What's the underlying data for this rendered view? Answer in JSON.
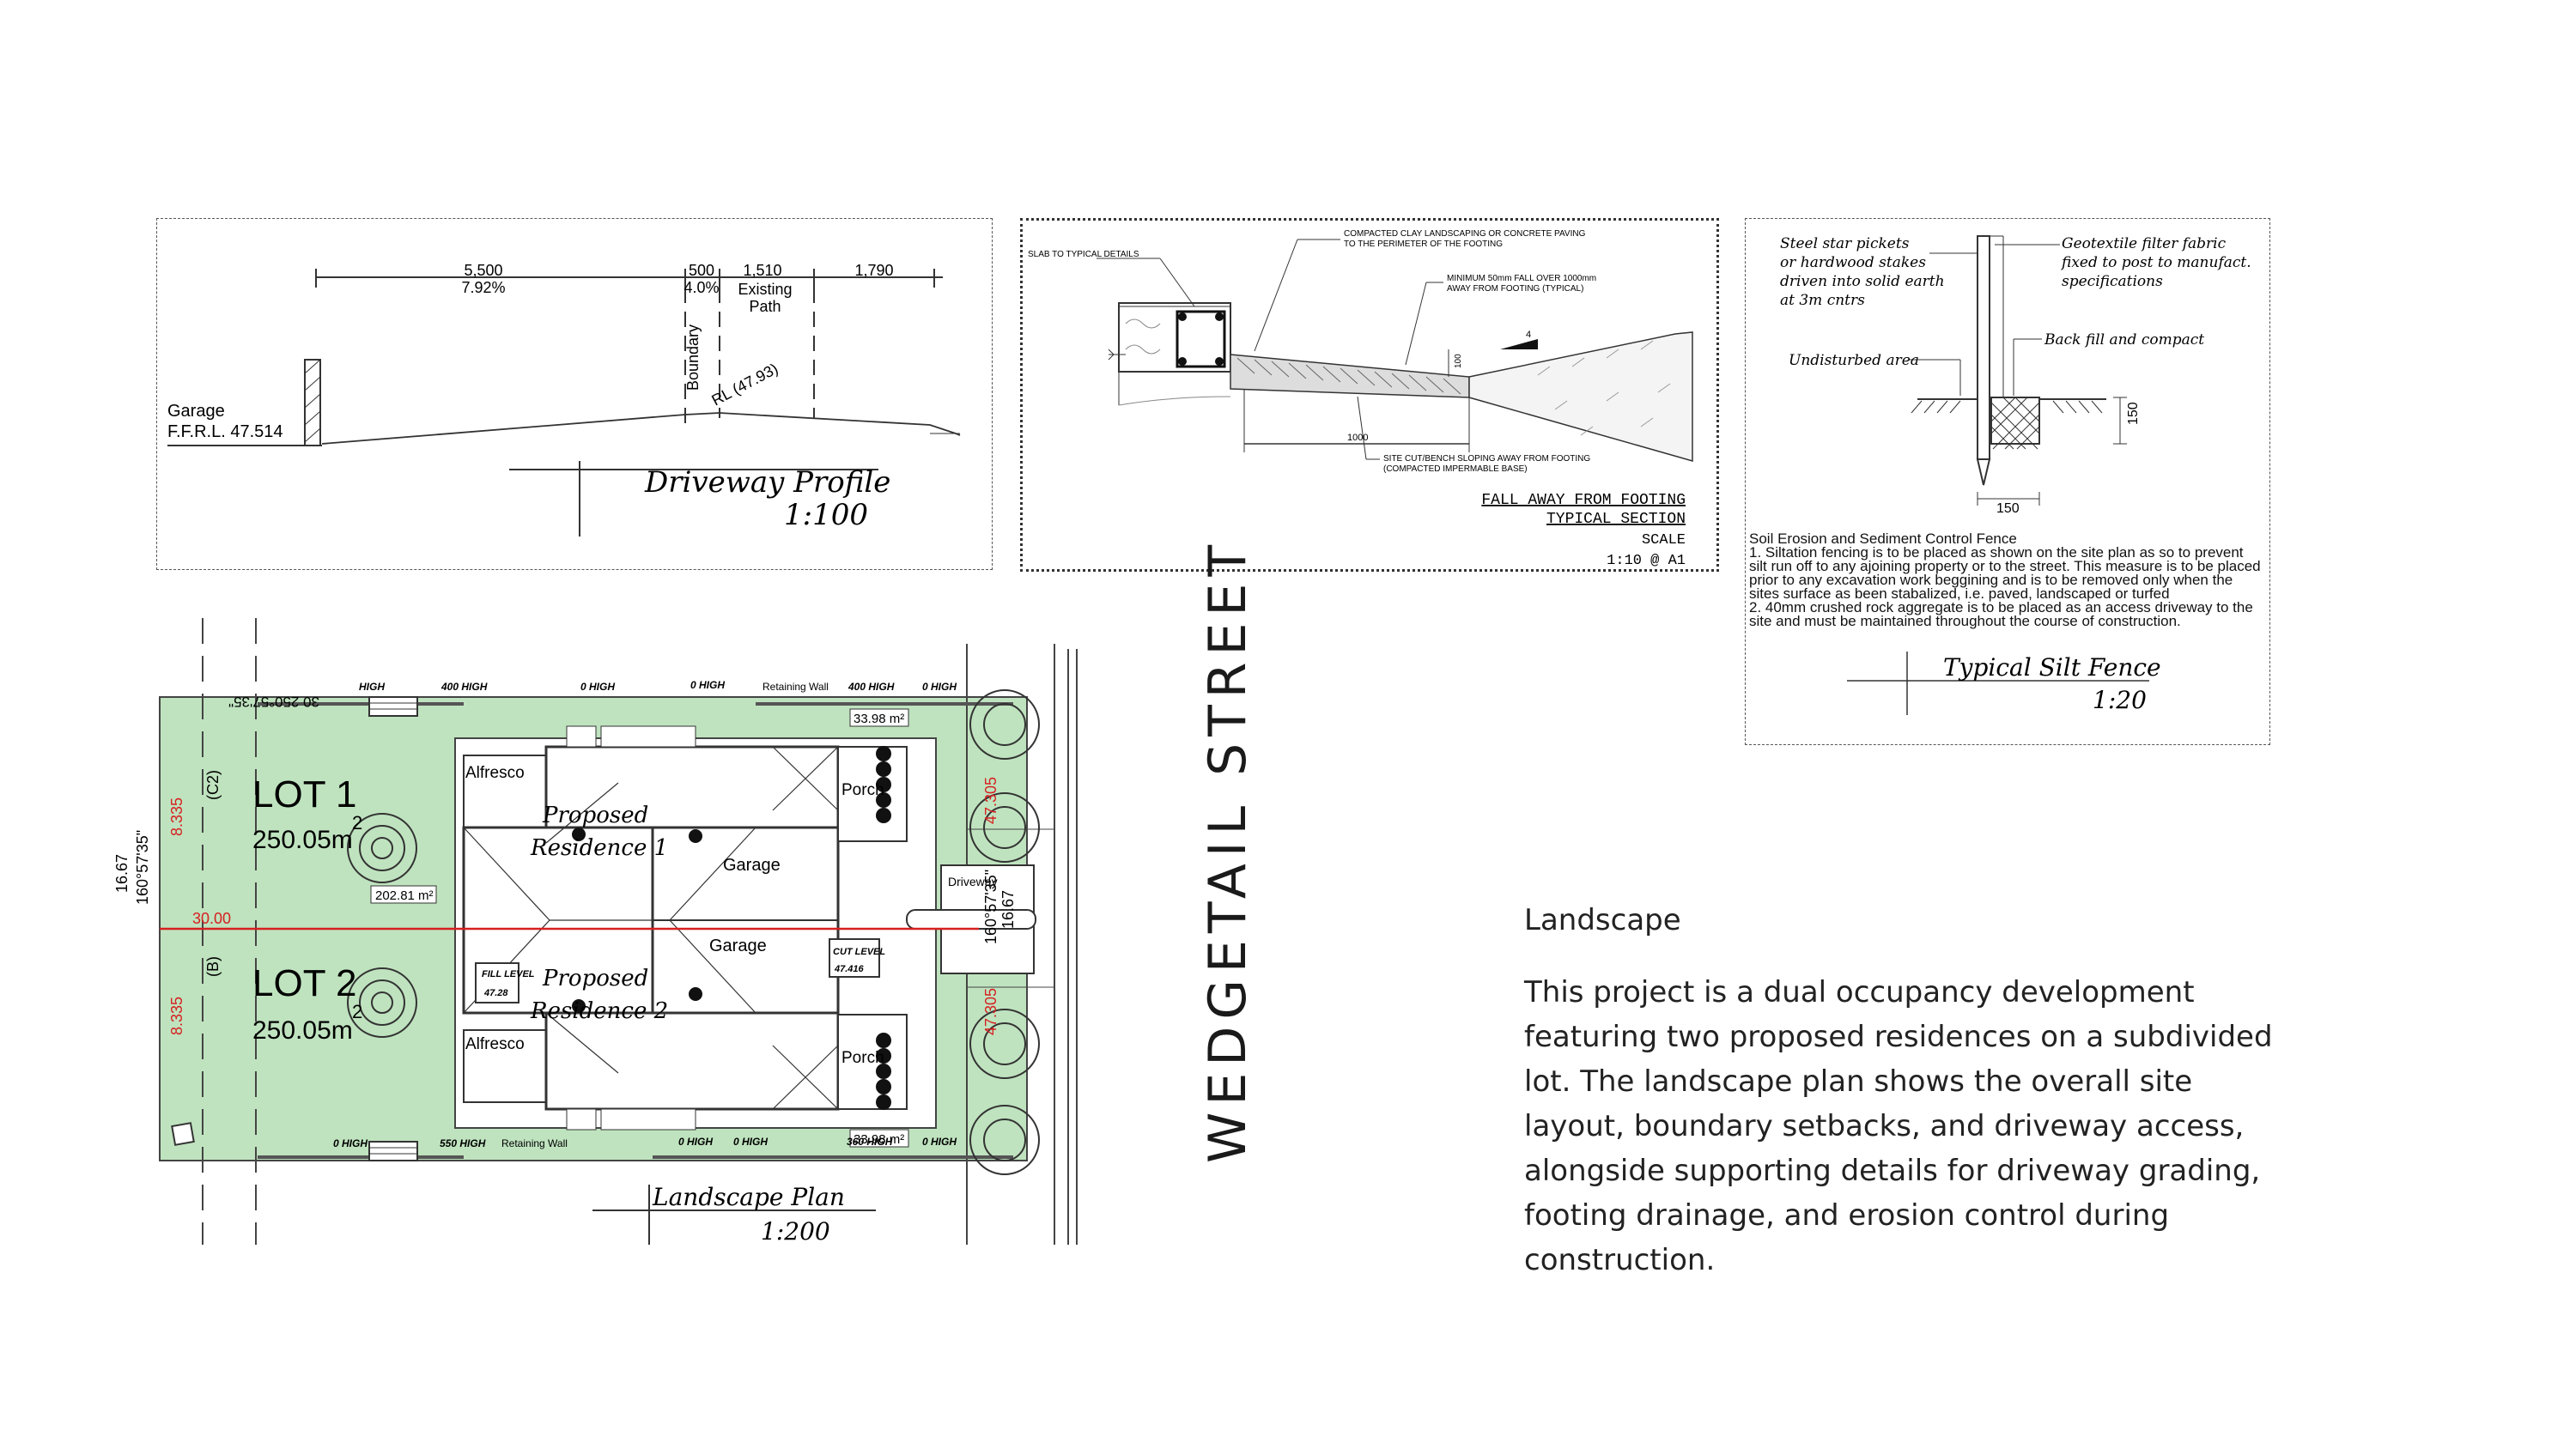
{
  "driveway_profile": {
    "title": "Driveway Profile",
    "scale": "1:100",
    "dims": [
      "5,500",
      "500",
      "1,510",
      "1,790"
    ],
    "grades": [
      "7.92%",
      "4.0%"
    ],
    "existing_path": "Existing Path",
    "boundary": "Boundary",
    "rl": "RL (47.93)",
    "garage": "Garage",
    "ffrl": "F.F.R.L. 47.514"
  },
  "footing_section": {
    "title_line1": "FALL AWAY FROM FOOTING",
    "title_line2": "TYPICAL SECTION",
    "scale_label": "SCALE",
    "scale_value": "1:10 @ A1",
    "note_slab": "SLAB TO TYPICAL DETAILS",
    "note_clay_1": "COMPACTED CLAY LANDSCAPING OR CONCRETE PAVING",
    "note_clay_2": "TO THE PERIMETER OF THE FOOTING",
    "note_fall_1": "MINIMUM 50mm FALL OVER 1000mm",
    "note_fall_2": "AWAY FROM FOOTING (TYPICAL)",
    "note_cut_1": "SITE CUT/BENCH SLOPING AWAY FROM FOOTING",
    "note_cut_2": "(COMPACTED IMPERMABLE BASE)",
    "dim_1000": "1000",
    "dim_100": "100",
    "slope_4": "4"
  },
  "silt_fence": {
    "label_pickets_1": "Steel star pickets",
    "label_pickets_2": "or hardwood stakes",
    "label_pickets_3": "driven into solid earth",
    "label_pickets_4": "at 3m cntrs",
    "label_fabric_1": "Geotextile filter fabric",
    "label_fabric_2": "fixed to post to manufact.",
    "label_fabric_3": "specifications",
    "label_undisturbed": "Undisturbed area",
    "label_backfill": "Back fill and compact",
    "dim_150_v": "150",
    "dim_150_h": "150",
    "notes_title": "Soil Erosion and Sediment Control Fence",
    "note_1": "1. Siltation fencing is to be placed as shown on the site plan as so to prevent silt run off to any ajoining property or to the street.  This measure is to be placed prior to any excavation work beggining and is to be removed only when the sites surface as been stabalized, i.e. paved, landscaped or turfed",
    "note_2": "2. 40mm crushed rock aggregate is to be placed as an access driveway to the site and must be maintained throughout the course of construction.",
    "title": "Typical Silt Fence",
    "scale": "1:20"
  },
  "landscape_plan": {
    "title": "Landscape Plan",
    "scale": "1:200",
    "lot1": "LOT 1",
    "lot2": "LOT 2",
    "area": "250.05m",
    "sup2": "2",
    "boundary_len": "16.67",
    "bearing": "160°57'35\"",
    "half_len": "8.335",
    "center_len": "30.00",
    "c2": "(C2)",
    "b": "(B)",
    "top_bearing": "30 250°57'35\"",
    "area_center": "202.81 m²",
    "area_corner": "33.98 m²",
    "alfresco": "Alfresco",
    "proposed": "Proposed",
    "residence1": "Residence 1",
    "residence2": "Residence 2",
    "garage": "Garage",
    "porch": "Porch",
    "driveway": "Driveway",
    "fill_label": "FILL LEVEL",
    "fill_value": "47.28",
    "cut_label": "CUT LEVEL",
    "cut_value": "47.416",
    "red_marks": "47.305",
    "high_top": [
      "HIGH",
      "400 HIGH",
      "0 HIGH",
      "0 HIGH",
      "Retaining Wall",
      "400 HIGH",
      "0 HIGH"
    ],
    "high_bottom": [
      "0 HIGH",
      "550 HIGH",
      "Retaining Wall",
      "0 HIGH",
      "0 HIGH",
      "360 HIGH",
      "0 HIGH"
    ]
  },
  "street_name": "WEDGETAIL STREET",
  "landscape_text": {
    "heading": "Landscape",
    "body": "This project is a dual occupancy development featuring two proposed residences on a subdivided lot. The landscape plan shows the overall site layout, boundary setbacks, and driveway access, alongside supporting details for driveway grading, footing drainage, and erosion control during construction."
  },
  "colors": {
    "lawn": "#bfe3bf",
    "boundary_red": "#d62020",
    "line": "#333333"
  }
}
